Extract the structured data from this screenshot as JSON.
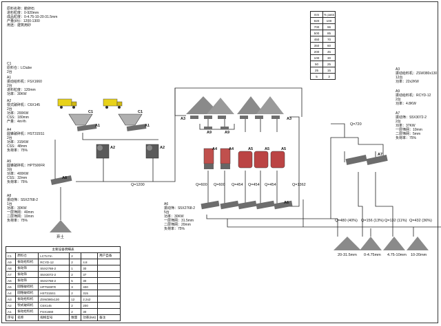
{
  "colors": {
    "line": "#222222",
    "pile": "#8a8a8a",
    "machine": "#6d6d6d",
    "truck": "#e8d21a",
    "crusher_red": "#c0504d"
  },
  "header": {
    "lines": [
      "原料名称：鹅卵石",
      "进料粒度：0-920mm",
      "成品粒度：0-4.75-10-20-31.5mm",
      "产量(t/h)：1200-1300",
      "用途：建筑用砂"
    ]
  },
  "pass_table": {
    "headers": [
      "mm",
      "% pass"
    ],
    "rows": [
      [
        "920",
        "100"
      ],
      [
        "700",
        "96"
      ],
      [
        "500",
        "85"
      ],
      [
        "450",
        "70"
      ],
      [
        "350",
        "60"
      ],
      [
        "200",
        "45"
      ],
      [
        "100",
        "30"
      ],
      [
        "50",
        "25"
      ],
      [
        "25",
        "15"
      ],
      [
        "5",
        "3"
      ]
    ]
  },
  "left_specs": [
    {
      "id": "C1",
      "lines": [
        "C1",
        "原料仓：LCtube",
        "2台"
      ]
    },
    {
      "id": "A1",
      "lines": [
        "A1",
        "振动给料机：FSX1660",
        "2台",
        "进料粒度：120mm",
        "功率：30KW"
      ]
    },
    {
      "id": "A2",
      "lines": [
        "A2",
        "颚式破碎机：C6X145",
        "2台",
        "功率：200KW",
        "CSS：180mm",
        "产量：4m³/h"
      ]
    },
    {
      "id": "A4",
      "lines": [
        "A4",
        "圆锥破碎机：HST315S1",
        "2台",
        "功率：315KW",
        "CSS：48mm",
        "负荷率：75%"
      ]
    },
    {
      "id": "A5",
      "lines": [
        "A5",
        "圆锥破碎机：HPT500FR",
        "3台",
        "功率：400KW",
        "CSS：32mm",
        "负荷率：75%"
      ]
    },
    {
      "id": "A8",
      "lines": [
        "A8",
        "振动筛：S5X2768-2",
        "1台",
        "功率：30KW",
        "一层筛网：40mm",
        "二层筛网：10mm",
        "负荷率：75%"
      ]
    }
  ],
  "right_specs": [
    {
      "id": "A3",
      "lines": [
        "A3",
        "振动给料机：ZSW380x130",
        "12台",
        "功率：22x2KW"
      ]
    },
    {
      "id": "A9",
      "lines": [
        "A9",
        "振动给料机：RCYD-12",
        "2台",
        "功率：4.8KW"
      ]
    },
    {
      "id": "A7",
      "lines": [
        "A7",
        "振动筛：S5X3072-2",
        "2台",
        "功率：37KW",
        "一层筛网：10mm",
        "二层筛网：5mm",
        "负荷率：75%"
      ]
    }
  ],
  "mid_spec": {
    "id": "A6",
    "lines": [
      "A6",
      "振动筛：S5X2768-2",
      "5台",
      "功率：30KW",
      "一层筛网：31.5mm",
      "二层筛网：20mm",
      "负荷率：75%"
    ]
  },
  "flows": {
    "q1200": "Q=1200",
    "q600a": "Q=600",
    "q600b": "Q=600",
    "q454a": "Q=454",
    "q454b": "Q=454",
    "q454c": "Q=454",
    "q1362": "Q=1362",
    "q720": "Q=720",
    "q480": "Q=480 (40%)",
    "q156": "Q=156 (13%)",
    "q132": "Q=132 (11%)",
    "q432": "Q=432 (36%)"
  },
  "products": [
    "20-31.5mm",
    "0-4.75mm",
    "4.75-10mm",
    "10-20mm"
  ],
  "waste_label": "弃土",
  "labels": {
    "A1a": "A1",
    "A1b": "A1",
    "A2a": "A2",
    "A2b": "A2",
    "A3a": "A3",
    "A3b": "A3",
    "A4a": "A4",
    "A4b": "A4",
    "A5a": "A5",
    "A5b": "A5",
    "A5c": "A5",
    "A6": "A6",
    "A7": "A7",
    "A8": "A8",
    "A9a": "A9",
    "A9b": "A9",
    "C1a": "C1",
    "C1b": "C1"
  },
  "equip_table": {
    "title": "主要设备明细表",
    "rows": [
      [
        "C1",
        "原料仓",
        "LCTx7m",
        "2",
        "",
        "用户自备"
      ],
      [
        "A9",
        "振动给料机",
        "RCYD-12",
        "2",
        "4.8",
        ""
      ],
      [
        "A8",
        "振动筛",
        "S5X2768-2",
        "1",
        "30",
        ""
      ],
      [
        "A7",
        "振动筛",
        "S5X3072-2",
        "2",
        "37",
        ""
      ],
      [
        "A6",
        "振动筛",
        "S5X2768-2",
        "5",
        "30",
        ""
      ],
      [
        "A5",
        "圆锥破碎机",
        "HPT500FR",
        "3",
        "400",
        ""
      ],
      [
        "A4",
        "圆锥破碎机",
        "HST315S1",
        "2",
        "315",
        ""
      ],
      [
        "A3",
        "振动给料机",
        "ZSW380x130",
        "12",
        "2.2x2",
        ""
      ],
      [
        "A2",
        "颚式破碎机",
        "C6X145",
        "2",
        "200",
        ""
      ],
      [
        "A1",
        "振动给料机",
        "FSX1660",
        "2",
        "30",
        ""
      ]
    ],
    "footer": [
      "序号",
      "名称",
      "规格型号",
      "数量",
      "功率(kW)",
      "备注"
    ]
  }
}
